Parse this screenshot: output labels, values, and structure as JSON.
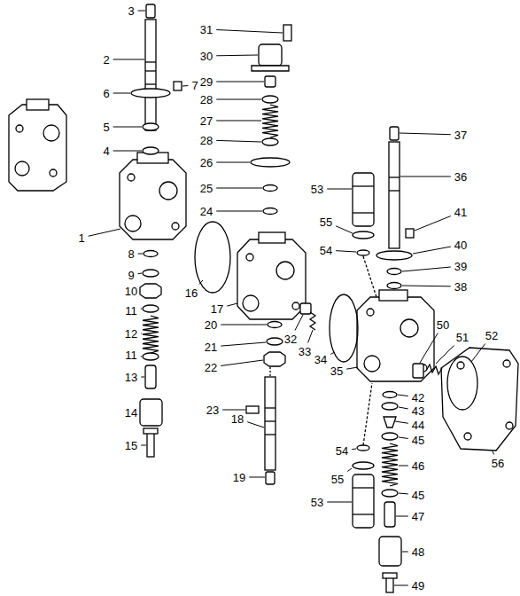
{
  "diagram": {
    "labels": [
      "3",
      "2",
      "7",
      "6",
      "5",
      "4",
      "31",
      "30",
      "29",
      "28",
      "27",
      "28",
      "26",
      "25",
      "24",
      "53",
      "55",
      "54",
      "37",
      "36",
      "41",
      "40",
      "39",
      "38",
      "1",
      "8",
      "9",
      "10",
      "11",
      "12",
      "11",
      "13",
      "14",
      "15",
      "16",
      "17",
      "20",
      "21",
      "22",
      "32",
      "33",
      "34",
      "35",
      "50",
      "51",
      "52",
      "18",
      "23",
      "19",
      "42",
      "43",
      "44",
      "45",
      "46",
      "45",
      "47",
      "48",
      "49",
      "54",
      "55",
      "53",
      "56"
    ]
  }
}
